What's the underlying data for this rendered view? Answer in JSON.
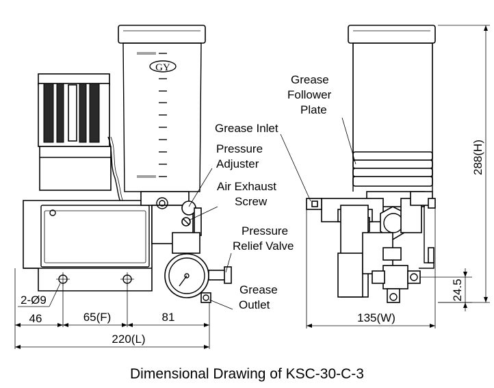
{
  "caption": "Dimensional Drawing of KSC-30-C-3",
  "logo_text": "GY",
  "labels": {
    "grease_follower_line1": "Grease",
    "grease_follower_line2": "Follower",
    "grease_follower_line3": "Plate",
    "grease_inlet": "Grease Inlet",
    "pressure_adjuster_line1": "Pressure",
    "pressure_adjuster_line2": "Adjuster",
    "air_exhaust_line1": "Air Exhaust",
    "air_exhaust_line2": "Screw",
    "pressure_relief_line1": "Pressure",
    "pressure_relief_line2": "Relief Valve",
    "grease_outlet_line1": "Grease",
    "grease_outlet_line2": "Outlet"
  },
  "dimensions": {
    "hole": "2-Ø9",
    "d46": "46",
    "d65": "65(F)",
    "d81": "81",
    "d220": "220(L)",
    "d135": "135(W)",
    "d288": "288(H)",
    "d24_5": "24.5"
  }
}
